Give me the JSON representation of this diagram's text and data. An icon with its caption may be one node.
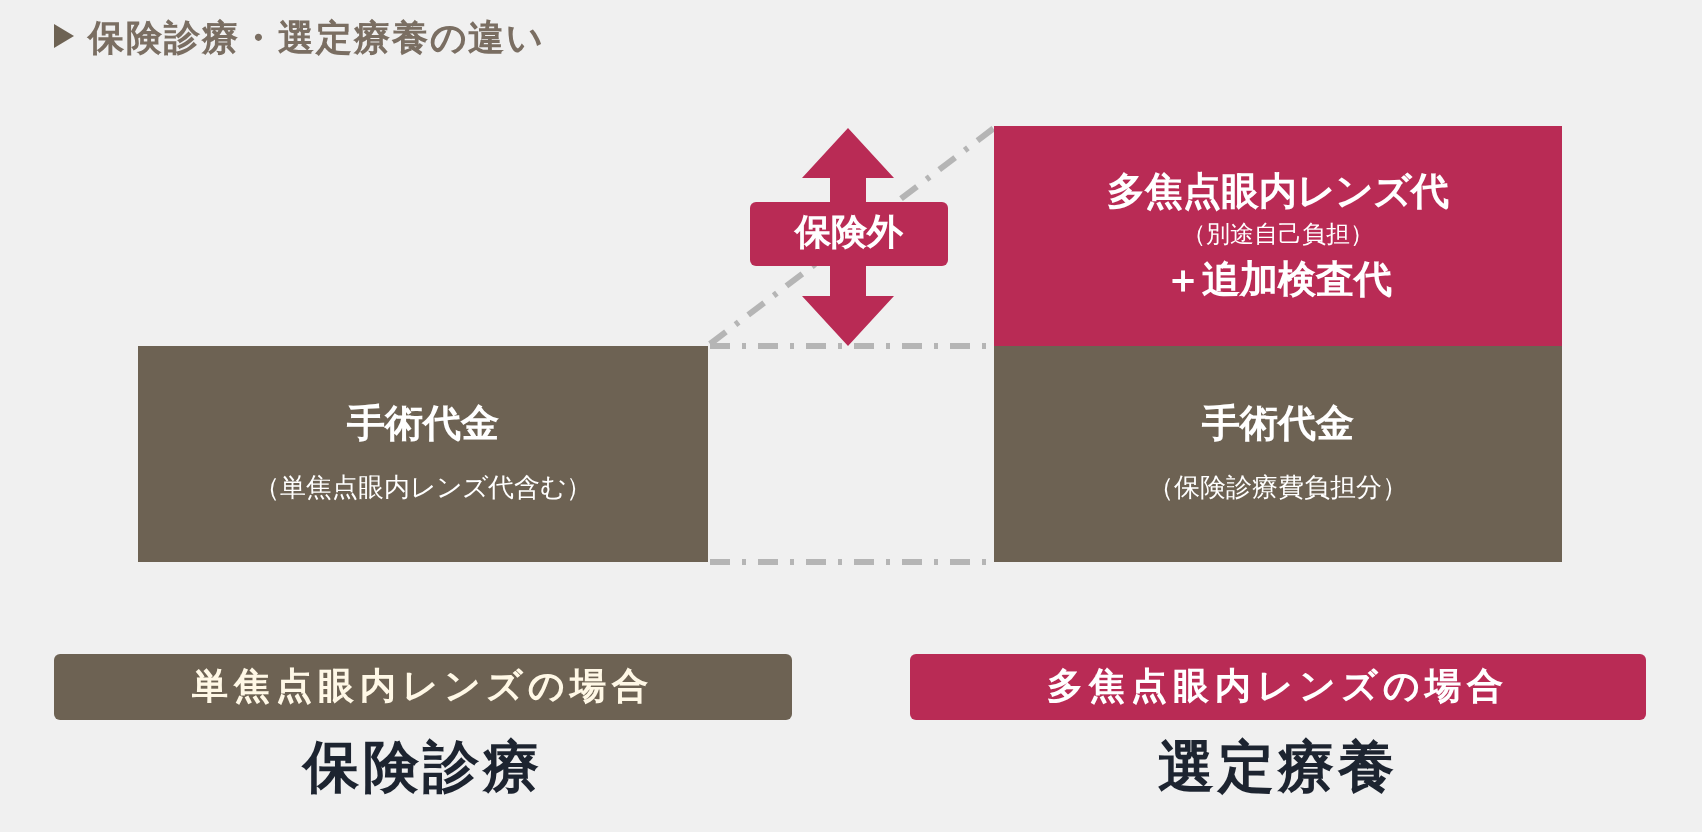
{
  "diagram": {
    "title": "保険診療・選定療養の違い",
    "nodes": [
      {
        "text": [
          "手術代金",
          "（単焦点眼内レンズ代含む）"
        ]
      },
      {
        "text": [
          "多焦点眼内レンズ代",
          "（別途自己負担）",
          "＋追加検査代"
        ]
      },
      {
        "text": [
          "手術代金",
          "（保険診療費負担分）"
        ]
      },
      {
        "text": [
          "保険外"
        ]
      },
      {
        "text": [
          "単焦点眼内レンズの場合"
        ],
        "beside": [
          "保険診療"
        ]
      },
      {
        "text": [
          "多焦点眼内レンズの場合"
        ],
        "beside": [
          "選定療養"
        ]
      }
    ],
    "edges": []
  }
}
